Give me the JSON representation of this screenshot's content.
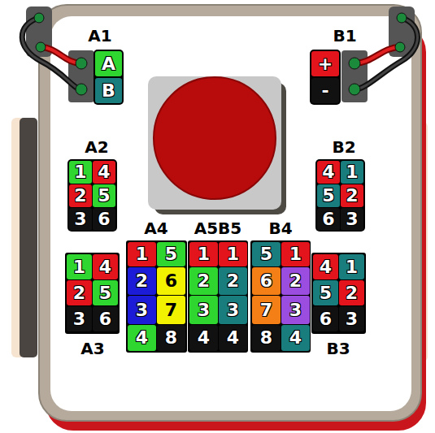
{
  "diagram": {
    "labels": [
      "A1",
      "A",
      "B",
      "B1",
      "+",
      "-",
      "A2",
      "1",
      "4",
      "2",
      "5",
      "3",
      "6",
      "B2",
      "4",
      "1",
      "5",
      "2",
      "6",
      "3",
      "A4",
      "A5B5",
      "B4",
      "1",
      "4",
      "2",
      "5",
      "3",
      "6",
      "1",
      "5",
      "2",
      "6",
      "3",
      "7",
      "4",
      "8",
      "1",
      "1",
      "2",
      "2",
      "3",
      "3",
      "4",
      "4",
      "5",
      "1",
      "6",
      "2",
      "7",
      "3",
      "8",
      "4",
      "4",
      "1",
      "5",
      "2",
      "6",
      "3",
      "A3",
      "B3"
    ]
  }
}
